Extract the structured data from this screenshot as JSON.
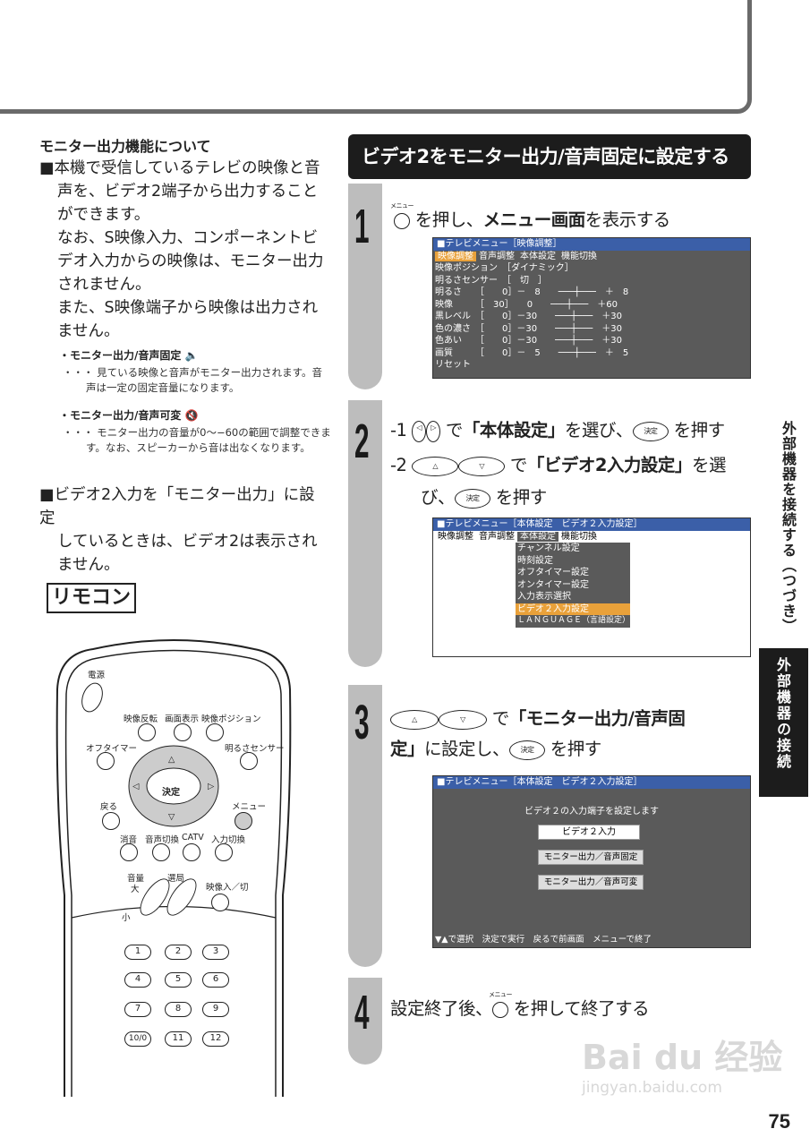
{
  "left": {
    "title": "モニター出力機能について",
    "p1": "■本機で受信しているテレビの映像と音",
    "p1_lines": [
      "声を、ビデオ2端子から出力すること",
      "ができます。",
      "なお、S映像入力、コンポーネントビ",
      "デオ入力からの映像は、モニター出力",
      "されません。",
      "また、S映像端子から映像は出力され",
      "ません。"
    ],
    "bullet1": "・モニター出力/音声固定",
    "note1": "・・・ 見ている映像と音声がモニター出力されます。音声は一定の固定音量になります。",
    "bullet2": "・モニター出力/音声可変",
    "note2": "・・・ モニター出力の音量が0〜−60の範囲で調整できます。なお、スピーカーから音は出なくなります。",
    "p2": "■ビデオ2入力を「モニター出力」に設定",
    "p2_lines": [
      "しているときは、ビデオ2は表示され",
      "ません。"
    ],
    "remocon": "リモコン"
  },
  "remote": {
    "power": "電源",
    "row1": [
      "映像反転",
      "画面表示",
      "映像ポジション"
    ],
    "offtimer": "オフタイマー",
    "sensor": "明るさセンサー",
    "enter": "決定",
    "back": "戻る",
    "menu": "メニュー",
    "row2": [
      "消音",
      "音声切換",
      "CATV",
      "入力切換"
    ],
    "vol": "音量",
    "vol_up": "大",
    "vol_down": "小",
    "ch": "選局",
    "av": "映像入／切",
    "nums": [
      "1",
      "2",
      "3",
      "4",
      "5",
      "6",
      "7",
      "8",
      "9",
      "10/0",
      "11",
      "12"
    ]
  },
  "banner": "ビデオ2をモニター出力/音声固定に設定する",
  "step1": {
    "num": "1",
    "menu_small": "メニュー",
    "text_a": " を押し、",
    "text_b": "メニュー画面",
    "text_c": "を表示する",
    "screen": {
      "header": "■テレビメニュー［映像調整］",
      "tabs": [
        "映像調整",
        "音声調整",
        "本体設定",
        "機能切換"
      ],
      "rows": [
        "映像ポジション　［ダイナミック］",
        "明るさセンサー　［　切　］",
        "明るさ　　［　　0］－　8　　───┼───　＋　8",
        "映像　　　［　30］　　0　　───┼───　＋60",
        "黒レベル　［　　0］－30　　───┼───　＋30",
        "色の濃さ　［　　0］－30　　───┼───　＋30",
        "色あい　　［　　0］－30　　───┼───　＋30",
        "画質　　　［　　0］－　5　　───┼───　＋　5",
        "リセット"
      ]
    }
  },
  "step2": {
    "num": "2",
    "l1a": "-1 ",
    "l1b": " で",
    "l1c": "「本体設定」",
    "l1d": "を選び、",
    "l1e": " を押す",
    "l2a": "-2 ",
    "l2b": " で",
    "l2c": "「ビデオ2入力設定」",
    "l2d": "を選",
    "l3a": "び、",
    "l3b": " を押す",
    "enter": "決定",
    "screen": {
      "header": "■テレビメニュー［本体設定　ビデオ２入力設定］",
      "tabs": [
        "映像調整",
        "音声調整",
        "本体設定",
        "機能切換"
      ],
      "items": [
        "チャンネル設定",
        "時刻設定",
        "オフタイマー設定",
        "オンタイマー設定",
        "入力表示選択",
        "ビデオ２入力設定",
        "ＬＡＮＧＵＡＧＥ（言語設定）"
      ]
    }
  },
  "step3": {
    "num": "3",
    "l1a": " で",
    "l1b": "「モニター出力/音声固",
    "l2a": "定」",
    "l2b": "に設定し、",
    "l2c": " を押す",
    "enter": "決定",
    "screen": {
      "header": "■テレビメニュー［本体設定　ビデオ２入力設定］",
      "caption": "ビデオ２の入力端子を設定します",
      "opts": [
        "ビデオ２入力",
        "モニター出力／音声固定",
        "モニター出力／音声可変"
      ],
      "footer": "▼▲で選択　決定で実行　戻るで前画面　メニューで終了"
    }
  },
  "step4": {
    "num": "4",
    "text_a": "設定終了後、",
    "menu_small": "メニュー",
    "text_b": " を押して終了する"
  },
  "side": {
    "vertical": "外部機器を接続する（つづき）",
    "block": "外部機器の接続"
  },
  "page_number": "75",
  "watermark": {
    "main": "Bai du 经验",
    "url": "jingyan.baidu.com"
  }
}
